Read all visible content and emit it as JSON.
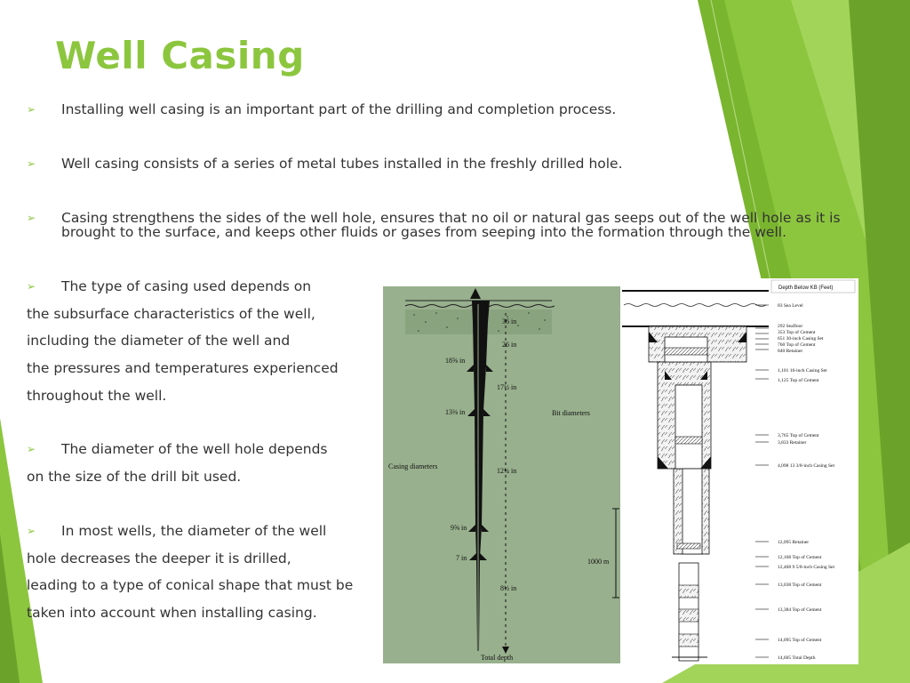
{
  "slide": {
    "title": "Well Casing",
    "bullets": [
      {
        "text": "Installing well casing is an important part of the drilling and completion process."
      },
      {
        "text": "Well casing consists of a series of metal tubes installed in the freshly drilled hole."
      },
      {
        "lines": [
          "Casing strengthens the sides of the well hole, ensures that no oil or natural gas seeps out of the well hole as it is",
          "brought to the surface, and keeps other fluids or gases from seeping into the formation through the well."
        ]
      }
    ],
    "paragraphs": [
      {
        "lines": [
          "The type of casing used depends on",
          "the subsurface characteristics of the well,",
          "including the diameter of the well and",
          "the pressures and temperatures experienced",
          "throughout the well."
        ]
      },
      {
        "lines": [
          "The diameter of the well hole depends",
          "on the size of the drill bit used."
        ]
      },
      {
        "lines": [
          "In most wells, the diameter of the well",
          "hole decreases the deeper it is drilled,",
          "leading to a type of conical shape that must be",
          "taken into account when installing casing."
        ]
      }
    ]
  },
  "figure_left": {
    "casing_label": "Casing diameters",
    "bit_label": "Bit diameters",
    "scale_label": "1000 m",
    "bottom_label": "Total depth",
    "casing_sizes": [
      "18⅝ in",
      "13⅜ in",
      "9⅝ in",
      "7 in"
    ],
    "bit_sizes": [
      "36 in",
      "26 in",
      "17½ in",
      "12¼ in",
      "8½ in"
    ]
  },
  "figure_right": {
    "header": "Depth Below KB (Feet)",
    "labels": [
      "83 Sea Level",
      "292 Seafloor",
      "353 Top of Cement",
      "651 30-inch Casing Set",
      "760 Top of Cement",
      "840 Retainer",
      "1,101 16-inch Casing Set",
      "1,125 Top of Cement",
      "3,765 Top of Cement",
      "3,833 Retainer",
      "4,098 13 3/8-inch Casing Set",
      "12,095 Retainer",
      "12,168 Top of Cement",
      "12,468 9 5/8-inch Casing Set",
      "13,038 Top of Cement",
      "13,384 Top of Cement",
      "14,095 Top of Cement",
      "14,605 Total Depth"
    ]
  },
  "colors": {
    "accent": "#8cc63e",
    "accent_dark": "#6a9e2a",
    "figure_bg": "#98b08d"
  }
}
